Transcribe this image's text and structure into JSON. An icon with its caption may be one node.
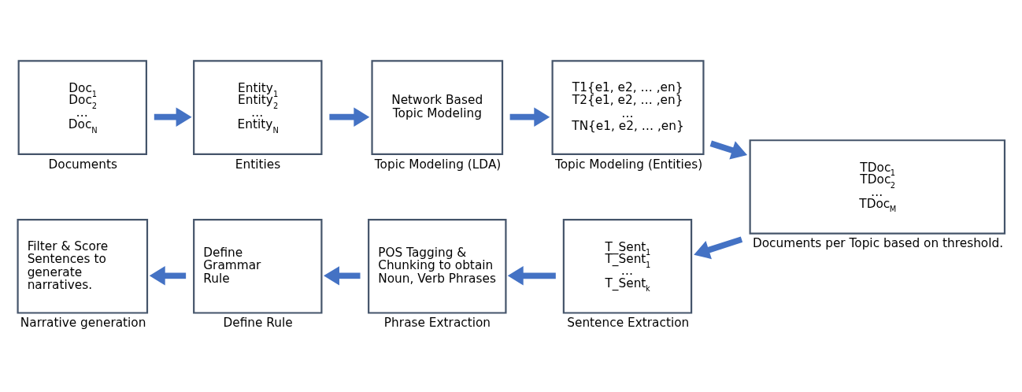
{
  "diagram": {
    "nodes": [
      {
        "text": [
          "Doc$_{1}$",
          "Doc$_{2}$",
          "…",
          "Doc$_{N}$"
        ],
        "beside": [
          "Documents"
        ]
      },
      {
        "text": [
          "Entity$_{1}$",
          "Entity$_{2}$",
          "…",
          "Entity$_{N}$"
        ],
        "beside": [
          "Entities"
        ]
      },
      {
        "text": [
          "Network Based Topic Modeling"
        ],
        "beside": [
          "Topic Modeling (LDA)"
        ]
      },
      {
        "text": [
          "T1{e1, e2, … ,en}",
          "T2{e1, e2, … ,en}",
          "…",
          "TN{e1, e2, … ,en}"
        ],
        "beside": [
          "Topic Modeling (Entities)"
        ]
      },
      {
        "text": [
          "TDoc$_{1}$",
          "TDoc$_{2}$",
          "…",
          "TDoc$_{M}$"
        ],
        "beside": [
          "Documents per Topic based on threshold."
        ]
      },
      {
        "text": [
          "T_Sent$_{1}$",
          "T_Sent$_{1}$",
          "…",
          "T_Sent$_{k}$"
        ],
        "beside": [
          "Sentence Extraction"
        ]
      },
      {
        "text": [
          "POS Tagging & Chunking to obtain Noun, Verb Phrases"
        ],
        "beside": [
          "Phrase Extraction"
        ]
      },
      {
        "text": [
          "Define Grammar Rule"
        ],
        "beside": [
          "Define Rule"
        ]
      },
      {
        "text": [
          "Filter & Score Sentences to generate narratives."
        ],
        "beside": [
          "Narrative generation"
        ]
      }
    ],
    "edges": [
      {
        "from": 0,
        "to": 1,
        "arrow": "to"
      },
      {
        "from": 1,
        "to": 2,
        "arrow": "to"
      },
      {
        "from": 2,
        "to": 3,
        "arrow": "to"
      },
      {
        "from": 3,
        "to": 4,
        "arrow": "to"
      },
      {
        "from": 4,
        "to": 5,
        "arrow": "to"
      },
      {
        "from": 5,
        "to": 6,
        "arrow": "to"
      },
      {
        "from": 6,
        "to": 7,
        "arrow": "to"
      },
      {
        "from": 7,
        "to": 8,
        "arrow": "to"
      }
    ]
  }
}
